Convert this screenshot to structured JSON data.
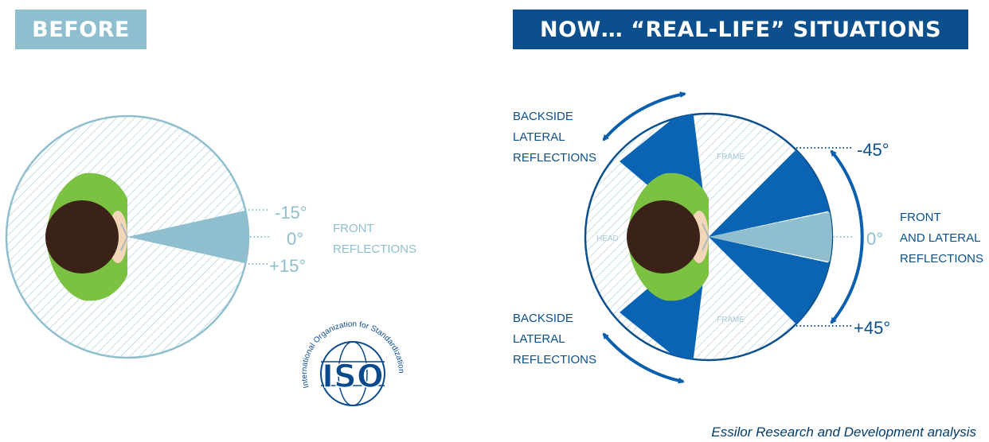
{
  "header": {
    "before": "BEFORE",
    "now": "NOW… “REAL-LIFE” SITUATIONS"
  },
  "before_diagram": {
    "angle_minus": "-15°",
    "angle_zero": "0°",
    "angle_plus": "+15°",
    "front_label_line1": "FRONT",
    "front_label_line2": "REFLECTIONS",
    "logo": {
      "top_arc_text": "International Organization for Standardization",
      "acronym": "ISO"
    }
  },
  "now_diagram": {
    "backside_top_line1": "BACKSIDE",
    "backside_top_line2": "LATERAL",
    "backside_top_line3": "REFLECTIONS",
    "backside_bottom_line1": "BACKSIDE",
    "backside_bottom_line2": "LATERAL",
    "backside_bottom_line3": "REFLECTIONS",
    "angle_minus": "-45°",
    "angle_zero": "0°",
    "angle_plus": "+45°",
    "front_label_line1": "FRONT",
    "front_label_line2": "AND LATERAL",
    "front_label_line3": "REFLECTIONS",
    "frame_top": "FRAME",
    "frame_bottom": "FRAME",
    "head": "HEAD"
  },
  "caption": "Essilor Research and Development analysis",
  "colors": {
    "light_blue": "#8fbfcf",
    "dark_blue": "#0b4f8c",
    "mid_blue": "#0a5fae",
    "sector_blue": "#0b63b4",
    "green": "#7cc242",
    "hair": "#3b2218",
    "skin": "#f2d6b8"
  }
}
